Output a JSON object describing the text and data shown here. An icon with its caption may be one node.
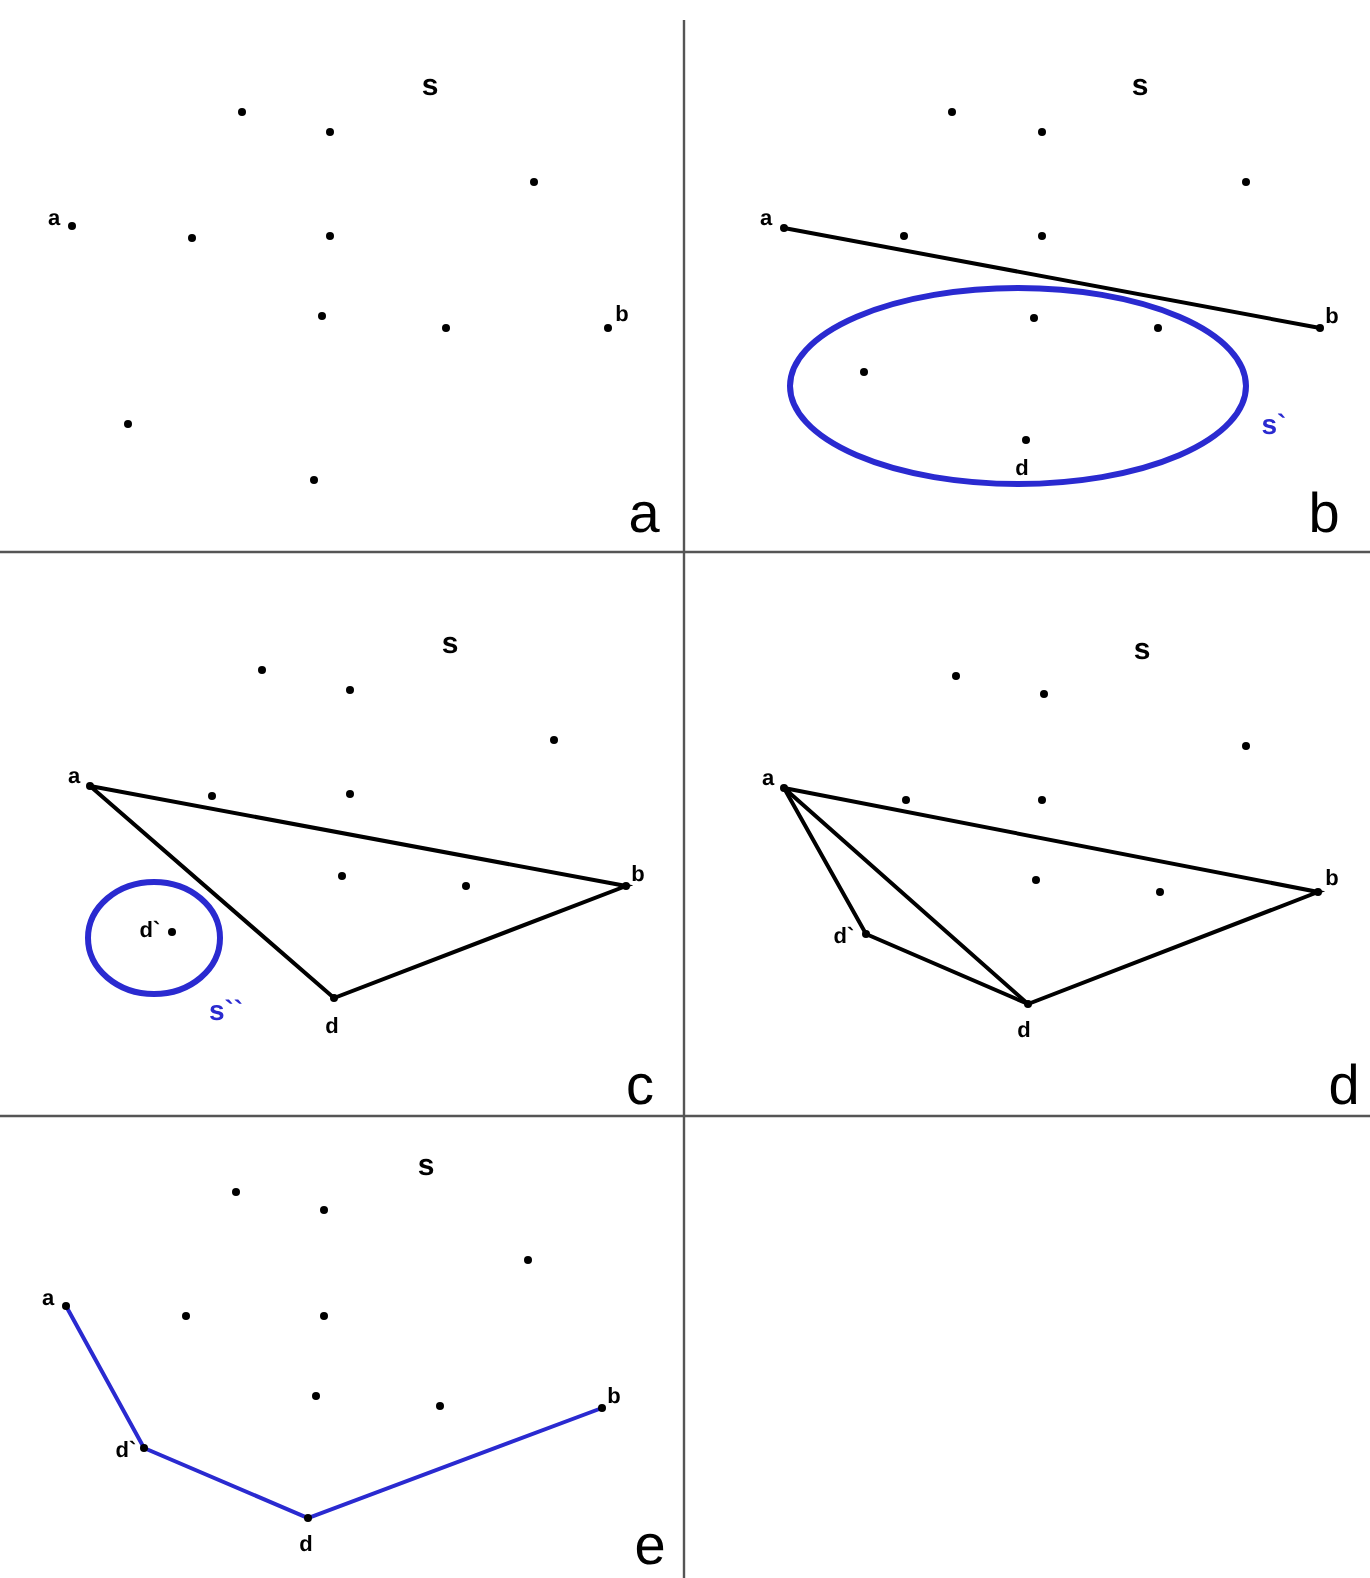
{
  "diagram": {
    "labels": [
      "s",
      "a",
      "b",
      "a",
      "s",
      "a",
      "b",
      "s`",
      "d",
      "b",
      "s",
      "a",
      "b",
      "d`",
      "s``",
      "d",
      "c",
      "s",
      "a",
      "b",
      "d`",
      "d",
      "d",
      "s",
      "a",
      "b",
      "d`",
      "d",
      "e"
    ]
  }
}
